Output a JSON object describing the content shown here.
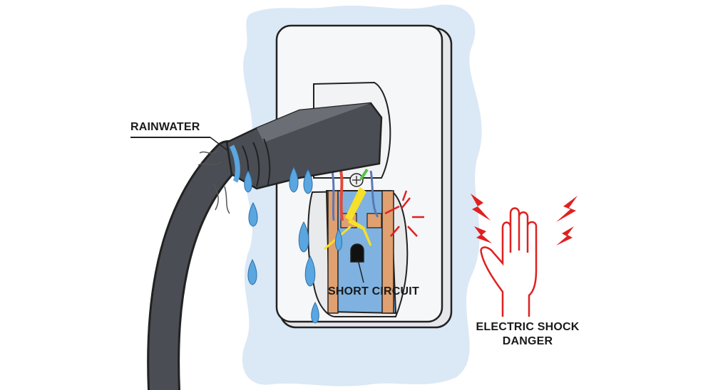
{
  "labels": {
    "rainwater": "RAINWATER",
    "short_circuit": "SHORT CIRCUIT",
    "shock_line1": "ELECTRIC SHOCK",
    "shock_line2": "DANGER"
  },
  "colors": {
    "background": "#ffffff",
    "wet_wall": "#dbe8f5",
    "plate": "#f4f5f7",
    "cord": "#4a4d53",
    "water": "#5aa6e0",
    "spark": "#f5e02a",
    "danger": "#e02020",
    "copper": "#e0a070",
    "inner_blue": "#7fb2e0"
  }
}
